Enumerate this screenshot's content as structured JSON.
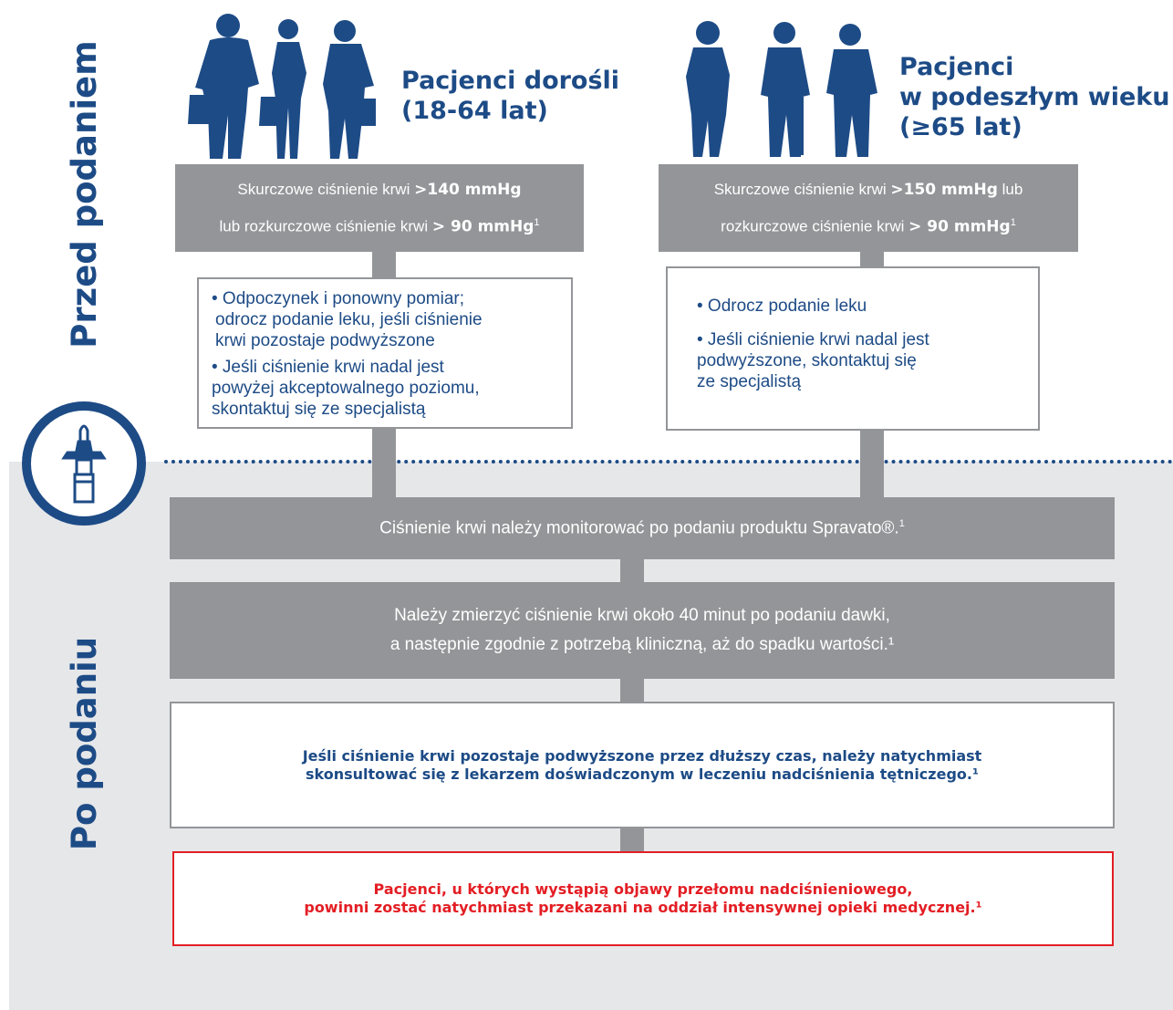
{
  "side_labels": {
    "before": "Przed podaniem",
    "after": "Po podaniu"
  },
  "groups": [
    {
      "title_lines": [
        "Pacjenci dorośli",
        "(18-64 lat)"
      ],
      "criteria": {
        "line1_prefix": "Skurczowe ciśnienie krwi ",
        "line1_bold": ">140 mmHg",
        "line2_prefix": "lub rozkurczowe ciśnienie krwi ",
        "line2_bold": "> 90 mmHg",
        "line2_sup": "1"
      },
      "actions": [
        "• Odpoczynek i ponowny pomiar;",
        "odrocz podanie leku, jeśli ciśnienie",
        "krwi pozostaje podwyższone",
        "• Jeśli ciśnienie krwi nadal jest",
        "powyżej akceptowalnego poziomu,",
        "skontaktuj się ze specjalistą"
      ]
    },
    {
      "title_lines": [
        "Pacjenci",
        "w podeszłym wieku",
        "(≥65 lat)"
      ],
      "criteria": {
        "line1_prefix": "Skurczowe ciśnienie krwi ",
        "line1_bold": ">150 mmHg",
        "line1_suffix": " lub",
        "line2_prefix": "rozkurczowe ciśnienie krwi ",
        "line2_bold": "> 90 mmHg",
        "line2_sup": "1"
      },
      "actions": [
        "• Odrocz podanie leku",
        "• Jeśli ciśnienie krwi nadal jest",
        "podwyższone, skontaktuj się",
        "ze specjalistą"
      ]
    }
  ],
  "after_steps": {
    "monitor_text": "Ciśnienie krwi należy monitorować po podaniu produktu Spravato®.",
    "monitor_sup": "1",
    "measure_lines": [
      "Należy zmierzyć ciśnienie krwi około 40 minut po podaniu dawki,",
      "a następnie zgodnie z potrzebą kliniczną, aż do spadku wartości.¹"
    ],
    "consult_lines": [
      "Jeśli ciśnienie krwi pozostaje podwyższone przez dłuższy czas, należy natychmiast",
      "skonsultować się z lekarzem doświadczonym w leczeniu nadciśnienia tętniczego.¹"
    ],
    "emergency_lines": [
      "Pacjenci, u których wystąpią objawy przełomu nadciśnieniowego,",
      "powinni zostać natychmiast przekazani na oddział intensywnej opieki medycznej.¹"
    ]
  },
  "colors": {
    "navy": "#1d4b86",
    "grey": "#939598",
    "light_grey": "#e6e7e9",
    "red": "#e31e24"
  },
  "icons": [
    "adults-silhouette-icon",
    "elderly-silhouette-icon",
    "nasal-spray-icon"
  ]
}
